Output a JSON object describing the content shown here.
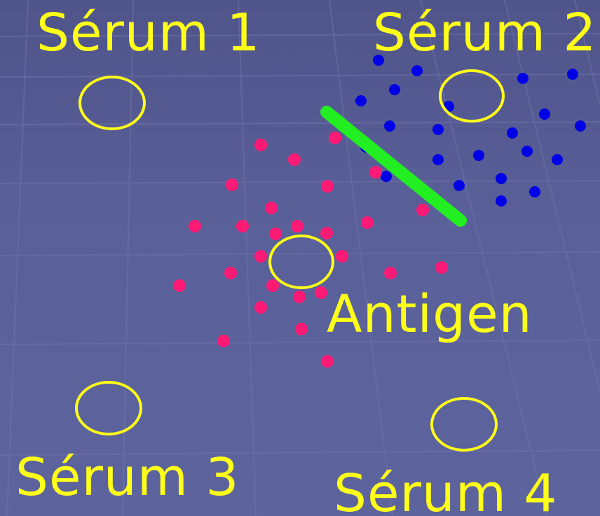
{
  "labels": {
    "serum_1": "Sérum 1",
    "serum_2": "Sérum 2",
    "serum_3": "Sérum 3",
    "serum_4": "Sérum 4",
    "antigen": "Antigen"
  },
  "colors": {
    "well_outline": "#ffff1a",
    "antigen_particles": "#ff1a75",
    "antibody_particles": "#0000e6",
    "precipitin_line": "#22ee22"
  }
}
